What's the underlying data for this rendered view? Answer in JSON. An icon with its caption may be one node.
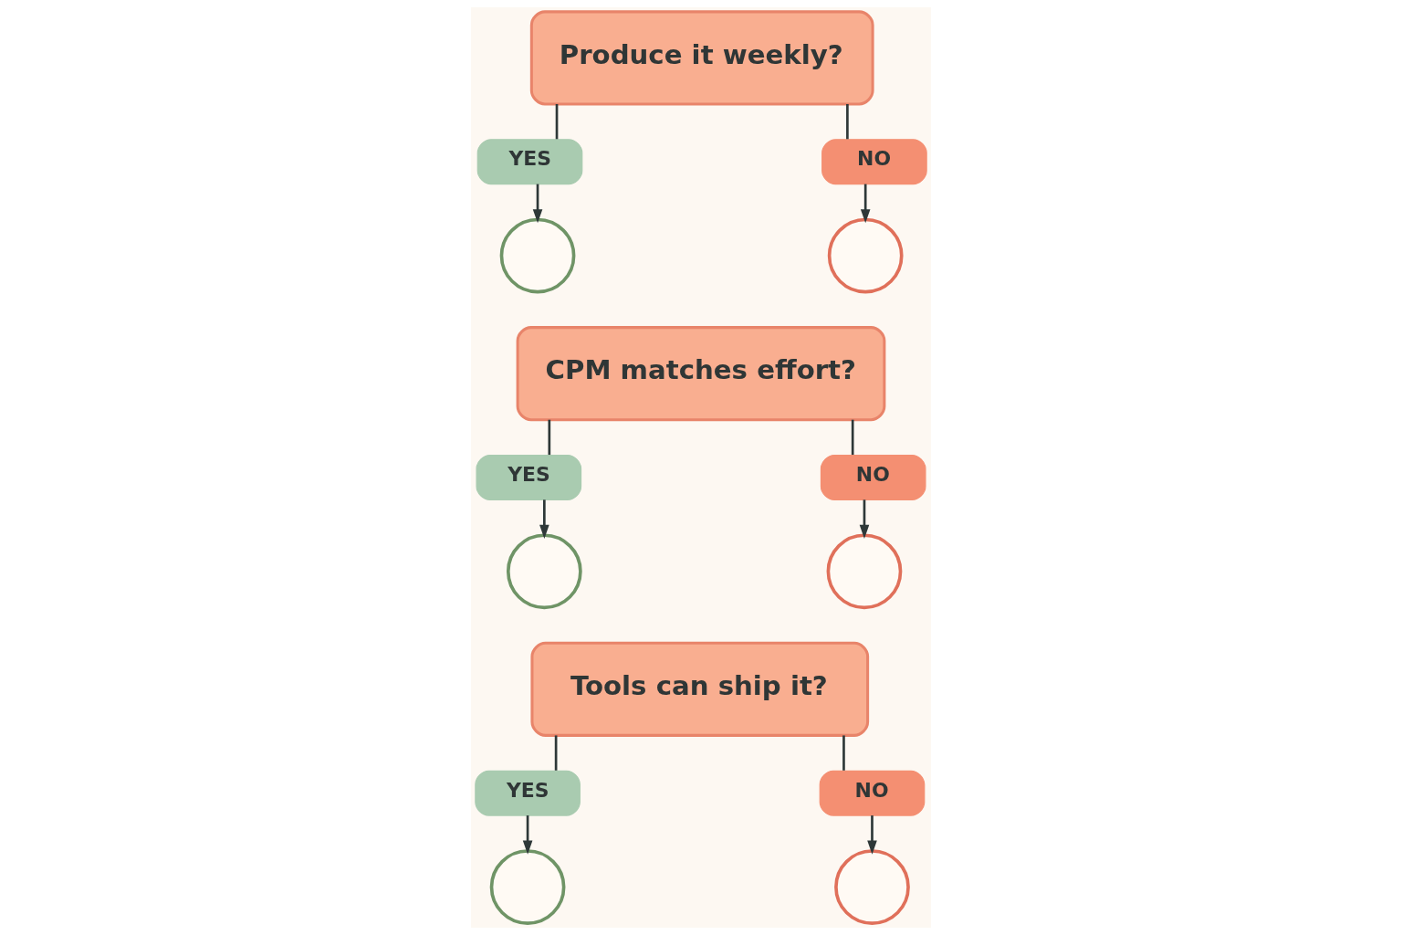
{
  "diagram": {
    "nodes": [
      {
        "text": [
          "Produce it weekly?"
        ]
      },
      {
        "text": [
          "YES"
        ]
      },
      {
        "text": [
          "NO"
        ]
      },
      {
        "text": [],
        "shape": "circle"
      },
      {
        "text": [],
        "shape": "circle"
      },
      {
        "text": [
          "CPM matches effort?"
        ]
      },
      {
        "text": [
          "YES"
        ]
      },
      {
        "text": [
          "NO"
        ]
      },
      {
        "text": [],
        "shape": "circle"
      },
      {
        "text": [],
        "shape": "circle"
      },
      {
        "text": [
          "Tools can ship it?"
        ]
      },
      {
        "text": [
          "YES"
        ]
      },
      {
        "text": [
          "NO"
        ]
      },
      {
        "text": [],
        "shape": "circle"
      },
      {
        "text": [],
        "shape": "circle"
      }
    ],
    "edges": [
      {
        "from": 0,
        "to": 1,
        "arrow": "none"
      },
      {
        "from": 0,
        "to": 2,
        "arrow": "none"
      },
      {
        "from": 1,
        "to": 3,
        "arrow": "to"
      },
      {
        "from": 2,
        "to": 4,
        "arrow": "to"
      },
      {
        "from": 5,
        "to": 6,
        "arrow": "none"
      },
      {
        "from": 5,
        "to": 7,
        "arrow": "none"
      },
      {
        "from": 6,
        "to": 8,
        "arrow": "to"
      },
      {
        "from": 7,
        "to": 9,
        "arrow": "to"
      },
      {
        "from": 10,
        "to": 11,
        "arrow": "none"
      },
      {
        "from": 10,
        "to": 12,
        "arrow": "none"
      },
      {
        "from": 11,
        "to": 13,
        "arrow": "to"
      },
      {
        "from": 12,
        "to": 14,
        "arrow": "to"
      }
    ]
  }
}
